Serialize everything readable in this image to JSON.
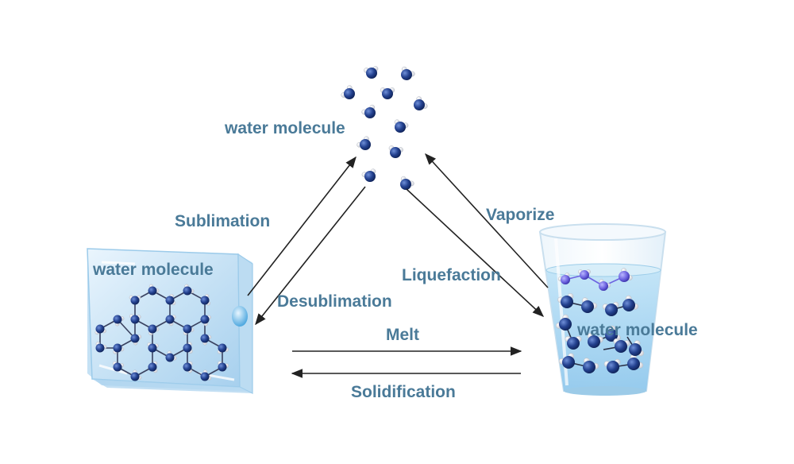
{
  "labels": {
    "gas_molecule": "water molecule",
    "ice_molecule": "water molecule",
    "liquid_molecule": "water molecule",
    "sublimation": "Sublimation",
    "desublimation": "Desublimation",
    "vaporize": "Vaporize",
    "liquefaction": "Liquefaction",
    "melt": "Melt",
    "solidification": "Solidification"
  },
  "colors": {
    "label_text": "#4a7a98",
    "arrow": "#222222",
    "molecule_oxygen": "#1f3f8a",
    "molecule_hydrogen": "#f2f2f2",
    "ice": "#cfe6f6",
    "water": "#a9d6f2"
  },
  "icons": {
    "ice": "ice-cube-icon",
    "water": "glass-of-water-icon",
    "vapor": "water-vapor-icon",
    "molecule": "water-molecule-icon"
  }
}
